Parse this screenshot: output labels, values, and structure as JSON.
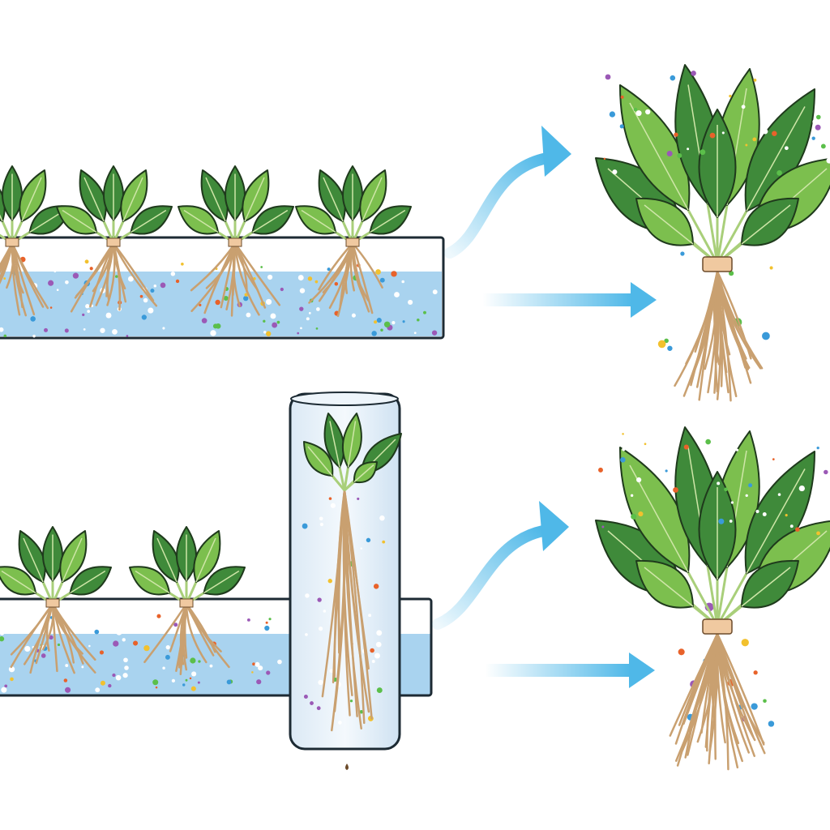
{
  "colors": {
    "background": "#ffffff",
    "leaf_dark": "#3f8a3a",
    "leaf_light": "#7cbf4e",
    "leaf_outline": "#1f3a1c",
    "stem": "#a9cf7a",
    "root": "#c9a070",
    "root_outline": "#6b4a2a",
    "water": "#a9d3ef",
    "water_dark": "#7fbce6",
    "tank_outline": "#1c2a33",
    "arrow": "#4fb8e8",
    "nutrient_colors": [
      "#e8622a",
      "#f2c12e",
      "#3a9ad9",
      "#5bbf4a",
      "#9b59b6"
    ]
  },
  "panels": [
    {
      "system": "horizontal-channel",
      "result": "mature-plant"
    },
    {
      "system": "horizontal-channel-with-vertical-tube",
      "result": "mature-plant"
    }
  ]
}
